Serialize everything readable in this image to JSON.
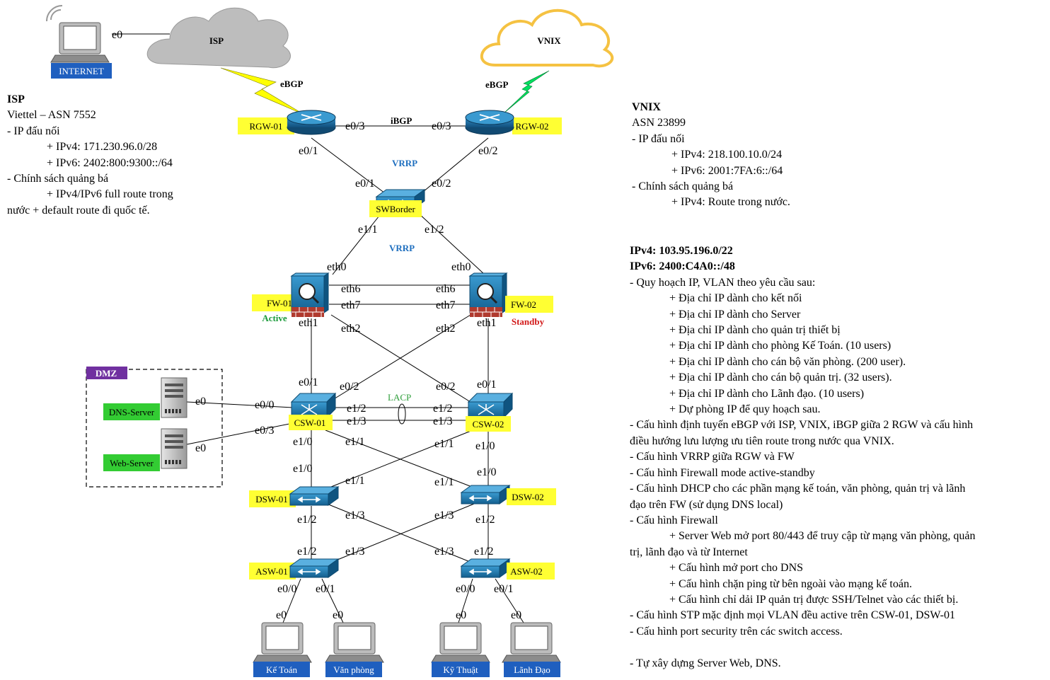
{
  "clouds": {
    "isp": "ISP",
    "vnix": "VNIX"
  },
  "nodes": {
    "internet": "INTERNET",
    "rgw01": "RGW-01",
    "rgw02": "RGW-02",
    "swborder": "SWBorder",
    "fw01": "FW-01",
    "fw02": "FW-02",
    "csw01": "CSW-01",
    "csw02": "CSW-02",
    "dsw01": "DSW-01",
    "dsw02": "DSW-02",
    "asw01": "ASW-01",
    "asw02": "ASW-02",
    "dns": "DNS-Server",
    "web": "Web-Server",
    "pc1": "Kế Toán",
    "pc2": "Văn phòng",
    "pc3": "Kỹ Thuật",
    "pc4": "Lãnh Đạo"
  },
  "labels": {
    "ebgp": "eBGP",
    "ibgp": "iBGP",
    "vrrp": "VRRP",
    "lacp": "LACP",
    "active": "Active",
    "standby": "Standby",
    "dmz": "DMZ"
  },
  "ports": {
    "e0": "e0",
    "e0_1": "e0/1",
    "e0_2": "e0/2",
    "e0_3": "e0/3",
    "e0_0": "e0/0",
    "e1_0": "e1/0",
    "e1_1": "e1/1",
    "e1_2": "e1/2",
    "e1_3": "e1/3",
    "eth0": "eth0",
    "eth1": "eth1",
    "eth2": "eth2",
    "eth6": "eth6",
    "eth7": "eth7"
  },
  "isp_info": {
    "title": "ISP",
    "line1": "Viettel – ASN 7552",
    "line2": "- IP đấu nối",
    "line3": "+ IPv4: 171.230.96.0/28",
    "line4": "+ IPv6: 2402:800:9300::/64",
    "line5": "- Chính sách quảng bá",
    "line6": "+ IPv4/IPv6 full route trong",
    "line7": "nước + default route đi quốc tế."
  },
  "vnix_info": {
    "title": "VNIX",
    "line1": "ASN 23899",
    "line2": "- IP đấu nối",
    "line3": "+ IPv4: 218.100.10.0/24",
    "line4": "+ IPv6: 2001:7FA:6::/64",
    "line5": "- Chính sách quảng bá",
    "line6": "+ IPv4: Route trong nước."
  },
  "requirements": {
    "ipv4": "IPv4: 103.95.196.0/22",
    "ipv6": "IPv6: 2400:C4A0::/48",
    "r1": "- Quy hoạch IP, VLAN theo yêu cầu sau:",
    "r2": "+ Địa chỉ IP dành cho kết nối",
    "r3": "+ Địa chỉ IP dành cho Server",
    "r4": "+ Địa chỉ IP dành cho quản trị thiết bị",
    "r5": "+ Địa chỉ IP dành cho phòng Kế Toán. (10 users)",
    "r6": "+ Địa chỉ IP dành cho cán bộ văn phòng. (200 user).",
    "r7": "+ Địa chỉ IP dành cho cán bộ quản trị. (32 users).",
    "r8": "+ Địa chỉ IP dành cho Lãnh đạo. (10 users)",
    "r9": "+ Dự phòng IP để quy hoạch sau.",
    "r10a": "- Cấu hình định tuyến eBGP với ISP, VNIX, iBGP giữa 2 RGW và cấu hình",
    "r10b": "điều hướng lưu lượng ưu tiên route trong nước qua VNIX.",
    "r11": "- Cấu hình VRRP giữa RGW và FW",
    "r12": "- Cấu hình Firewall mode active-standby",
    "r13a": "- Cấu hình DHCP cho các phần mạng kế toán, văn phòng, quản trị và lãnh",
    "r13b": "đạo trên FW (sử dụng DNS local)",
    "r14": "- Cấu hình Firewall",
    "r15a": "+ Server Web mở port 80/443 để truy cập từ mạng văn phòng, quản",
    "r15b": "trị, lãnh đạo và từ Internet",
    "r16": "+ Cấu hình mở port cho DNS",
    "r17": "+ Cấu hình chặn ping từ bên ngoài vào mạng kế toán.",
    "r18": "+ Cấu hình chỉ dải IP quản trị được SSH/Telnet vào các thiết bị.",
    "r19": "- Cấu hình STP mặc định mọi VLAN đều active trên CSW-01, DSW-01",
    "r20": "- Cấu hình port security trên các switch access.",
    "r21": "- Tự xây dựng Server Web, DNS."
  },
  "colors": {
    "highlight": "#ffff33",
    "device_blue": "#1b6fa3",
    "vrrp_blue": "#1f6fbf",
    "lacp_green": "#2e9e3a",
    "active_green": "#1a9a3a",
    "standby_red": "#d21a1a",
    "dmz_purple": "#7030a0",
    "server_label_green": "#33cc33",
    "pc_label_blue": "#1f5fbf",
    "ebgp_yellow": "#ffff00",
    "ebgp_green": "#00e060"
  }
}
